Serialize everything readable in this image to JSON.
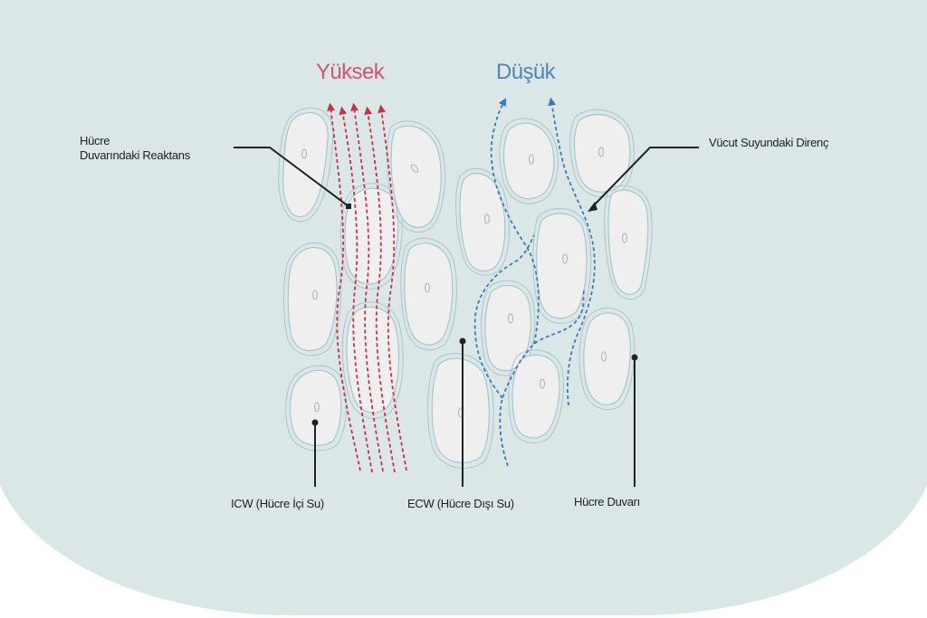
{
  "titles": {
    "high": "Yüksek",
    "low": "Düşük"
  },
  "labels": {
    "cell_wall_reactance_line1": "Hücre",
    "cell_wall_reactance_line2": "Duvarındaki Reaktans",
    "body_water_resistance": "Vücut Suyundaki Direnç",
    "icw": "ICW (Hücre İçi Su)",
    "ecw": "ECW (Hücre Dışı Su)",
    "cell_wall": "Hücre Duvarı"
  },
  "colors": {
    "background": "#dbe7e7",
    "high_current": "#c8314e",
    "low_current": "#3f7bb5",
    "high_title": "#d0566e",
    "low_title": "#4f86b8",
    "cell_fill": "#efefef",
    "cell_stroke": "#a9c6cb",
    "leader": "#1f2426"
  }
}
